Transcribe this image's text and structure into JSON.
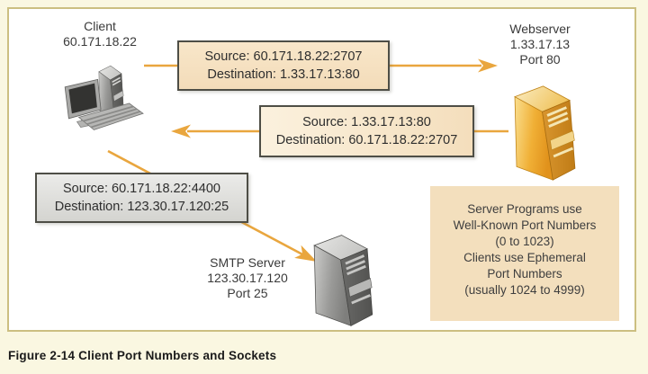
{
  "caption": "Figure 2-14 Client Port Numbers and Sockets",
  "nodes": {
    "client": {
      "lines": [
        "Client",
        "60.171.18.22"
      ]
    },
    "webserver": {
      "lines": [
        "Webserver",
        "1.33.17.13",
        "Port 80"
      ]
    },
    "smtp_server": {
      "lines": [
        "SMTP Server",
        "123.30.17.120",
        "Port 25"
      ]
    }
  },
  "packets": [
    {
      "direction": "client-to-webserver",
      "source": "Source: 60.171.18.22:2707",
      "destination": "Destination: 1.33.17.13:80"
    },
    {
      "direction": "webserver-to-client",
      "source": "Source: 1.33.17.13:80",
      "destination": "Destination: 60.171.18.22:2707"
    },
    {
      "direction": "client-to-smtp",
      "source": "Source: 60.171.18.22:4400",
      "destination": "Destination: 123.30.17.120:25"
    }
  ],
  "note": {
    "lines": [
      "Server Programs use",
      "Well-Known Port Numbers",
      "(0 to 1023)",
      "",
      "Clients use Ephemeral",
      "Port Numbers",
      "(usually 1024 to 4999)"
    ]
  },
  "colors": {
    "page-bg": "#FAF7E1",
    "panel-border": "#CCBF81",
    "arrow": "#E9A63E",
    "packet-box1-bg": "#F3DCB9",
    "packet-box2-bg": "#F4DEBC",
    "packet-box3-bg": "#D4D4D0",
    "box-border": "#4E4E46",
    "note-bg": "#F3DFBD",
    "server-gold": "#F0AF35",
    "server-gray": "#9A9A98",
    "text": "#2E2E2E"
  }
}
